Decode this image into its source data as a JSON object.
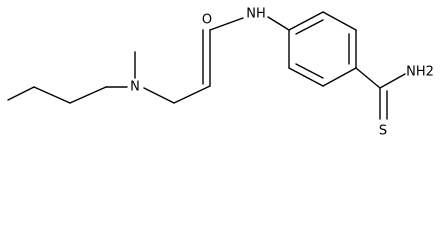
{
  "molecule": {
    "labels": {
      "oxygen": "O",
      "amide_nh": "NH",
      "amine_n": "N",
      "thioamide_nh2": "NH2",
      "sulfur": "S"
    }
  }
}
